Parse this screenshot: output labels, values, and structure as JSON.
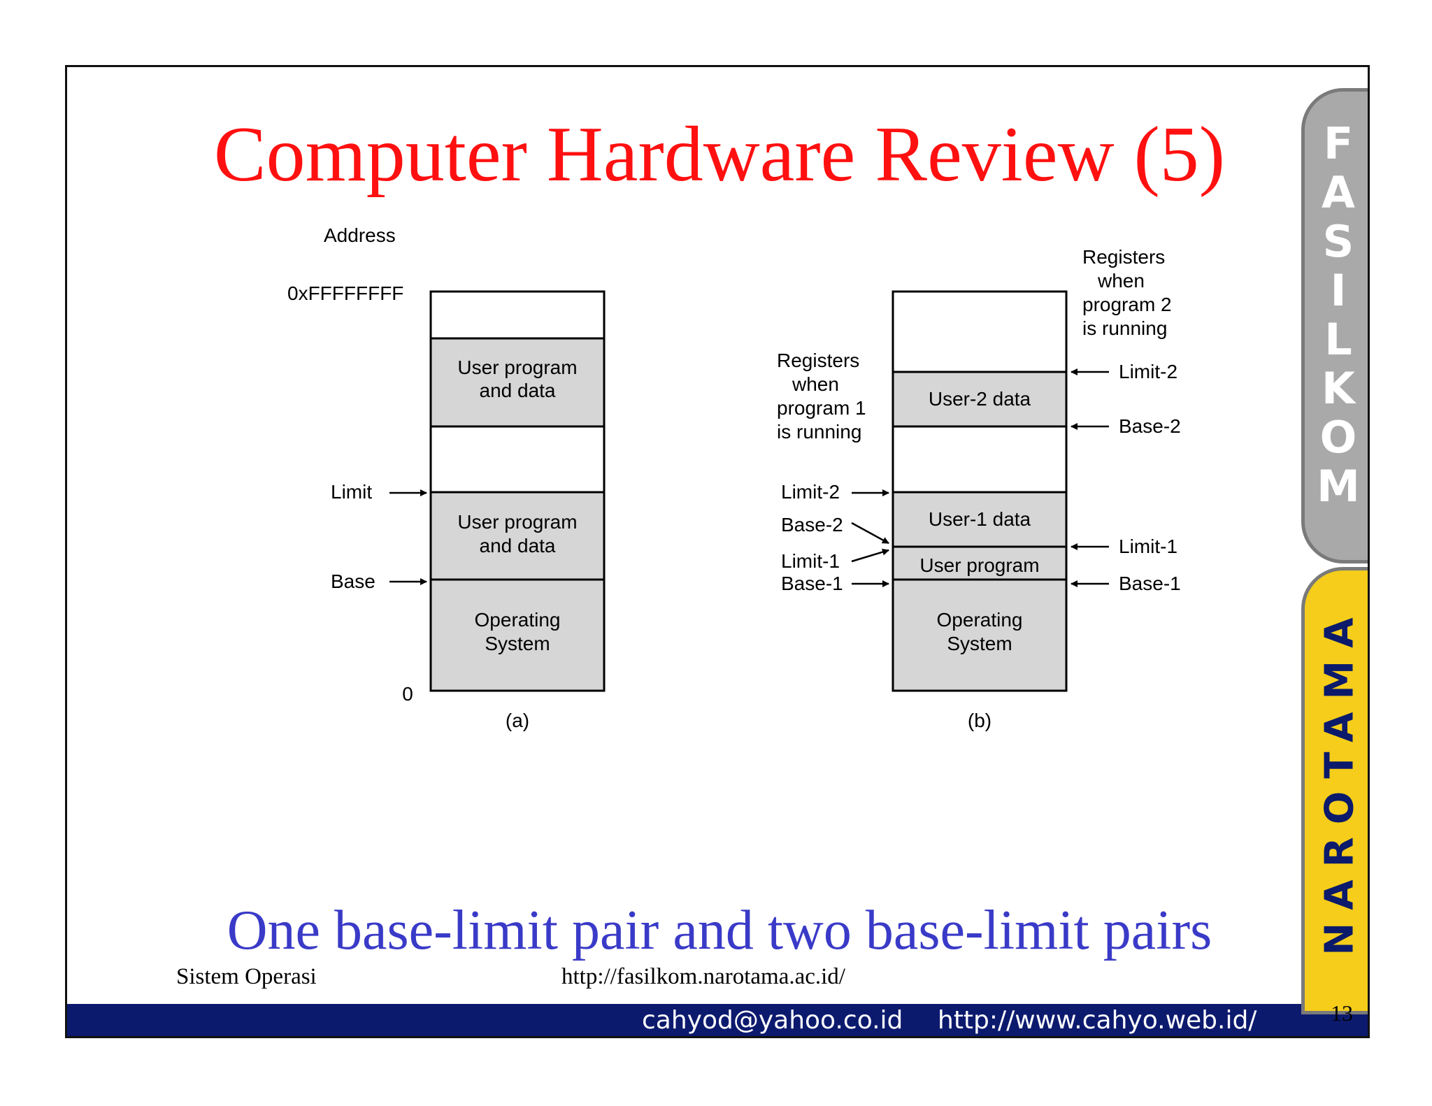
{
  "title": "Computer Hardware Review (5)",
  "subtitle": "One base-limit pair and two base-limit pairs",
  "colors": {
    "title": "#ff1010",
    "subtitle": "#3a3ac8",
    "box_fill": "#d6d6d6",
    "bar": "#0c1a6e",
    "tab_grey": "#a9a9a9",
    "tab_yellow": "#f5cd1a"
  },
  "diagram_a": {
    "address_label": "Address",
    "top_address": "0xFFFFFFFF",
    "bottom_address": "0",
    "block_top_line1": "User program",
    "block_top_line2": "and data",
    "block_mid_line1": "User program",
    "block_mid_line2": "and data",
    "os_line1": "Operating",
    "os_line2": "System",
    "limit": "Limit",
    "base": "Base",
    "caption": "(a)"
  },
  "diagram_b": {
    "reg2_line1": "Registers",
    "reg2_line2": "when",
    "reg2_line3": "program 2",
    "reg2_line4": "is running",
    "reg1_line1": "Registers",
    "reg1_line2": "when",
    "reg1_line3": "program 1",
    "reg1_line4": "is running",
    "user2_data": "User-2 data",
    "user1_data": "User-1 data",
    "user_program": "User program",
    "os_line1": "Operating",
    "os_line2": "System",
    "right_limit2": "Limit-2",
    "right_base2": "Base-2",
    "right_limit1": "Limit-1",
    "right_base1": "Base-1",
    "left_limit2": "Limit-2",
    "left_base2": "Base-2",
    "left_limit1": "Limit-1",
    "left_base1": "Base-1",
    "caption": "(b)"
  },
  "footer": {
    "left": "Sistem Operasi",
    "url": "http://fasilkom.narotama.ac.id/",
    "email": "cahyod@yahoo.co.id",
    "website": "http://www.cahyo.web.id/",
    "page": "13"
  },
  "side_tabs": {
    "top_letters": [
      "F",
      "A",
      "S",
      "I",
      "L",
      "K",
      "O",
      "M"
    ],
    "bottom_text": "NAROTAMA"
  }
}
